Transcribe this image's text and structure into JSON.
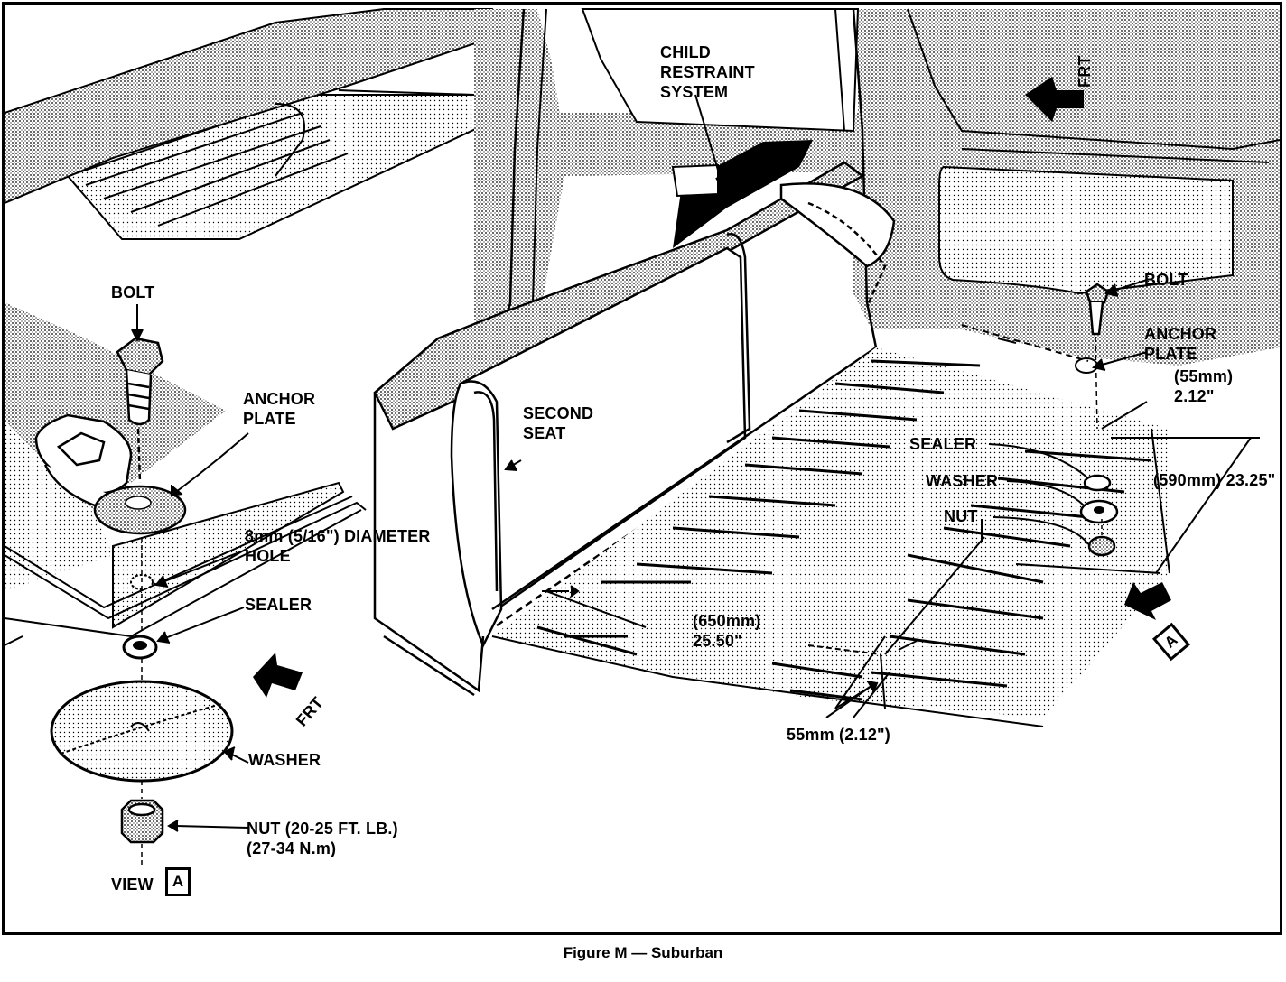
{
  "labels": {
    "child_restraint": "CHILD\nRESTRAINT\nSYSTEM",
    "frt_top": "FRT",
    "bolt_right": "BOLT",
    "anchor_plate_right": "ANCHOR\nPLATE",
    "dim_55_top": "(55mm)\n2.12\"",
    "sealer_right": "SEALER",
    "washer_right": "WASHER",
    "nut_right": "NUT",
    "dim_590": "(590mm) 23.25\"",
    "second_seat": "SECOND\nSEAT",
    "dim_650": "(650mm)\n25.50\"",
    "dim_55_bottom": "55mm (2.12\")",
    "view_a_right": "A",
    "bolt_left": "BOLT",
    "anchor_plate_left": "ANCHOR\nPLATE",
    "hole": "8mm (5/16\") DIAMETER\nHOLE",
    "sealer_left": "SEALER",
    "frt_left": "FRT",
    "washer_left": "WASHER",
    "nut_left": "NUT (20-25 FT. LB.)\n(27-34 N.m)",
    "view_label": "VIEW",
    "view_a_left": "A"
  },
  "caption": "Figure M — Suburban"
}
